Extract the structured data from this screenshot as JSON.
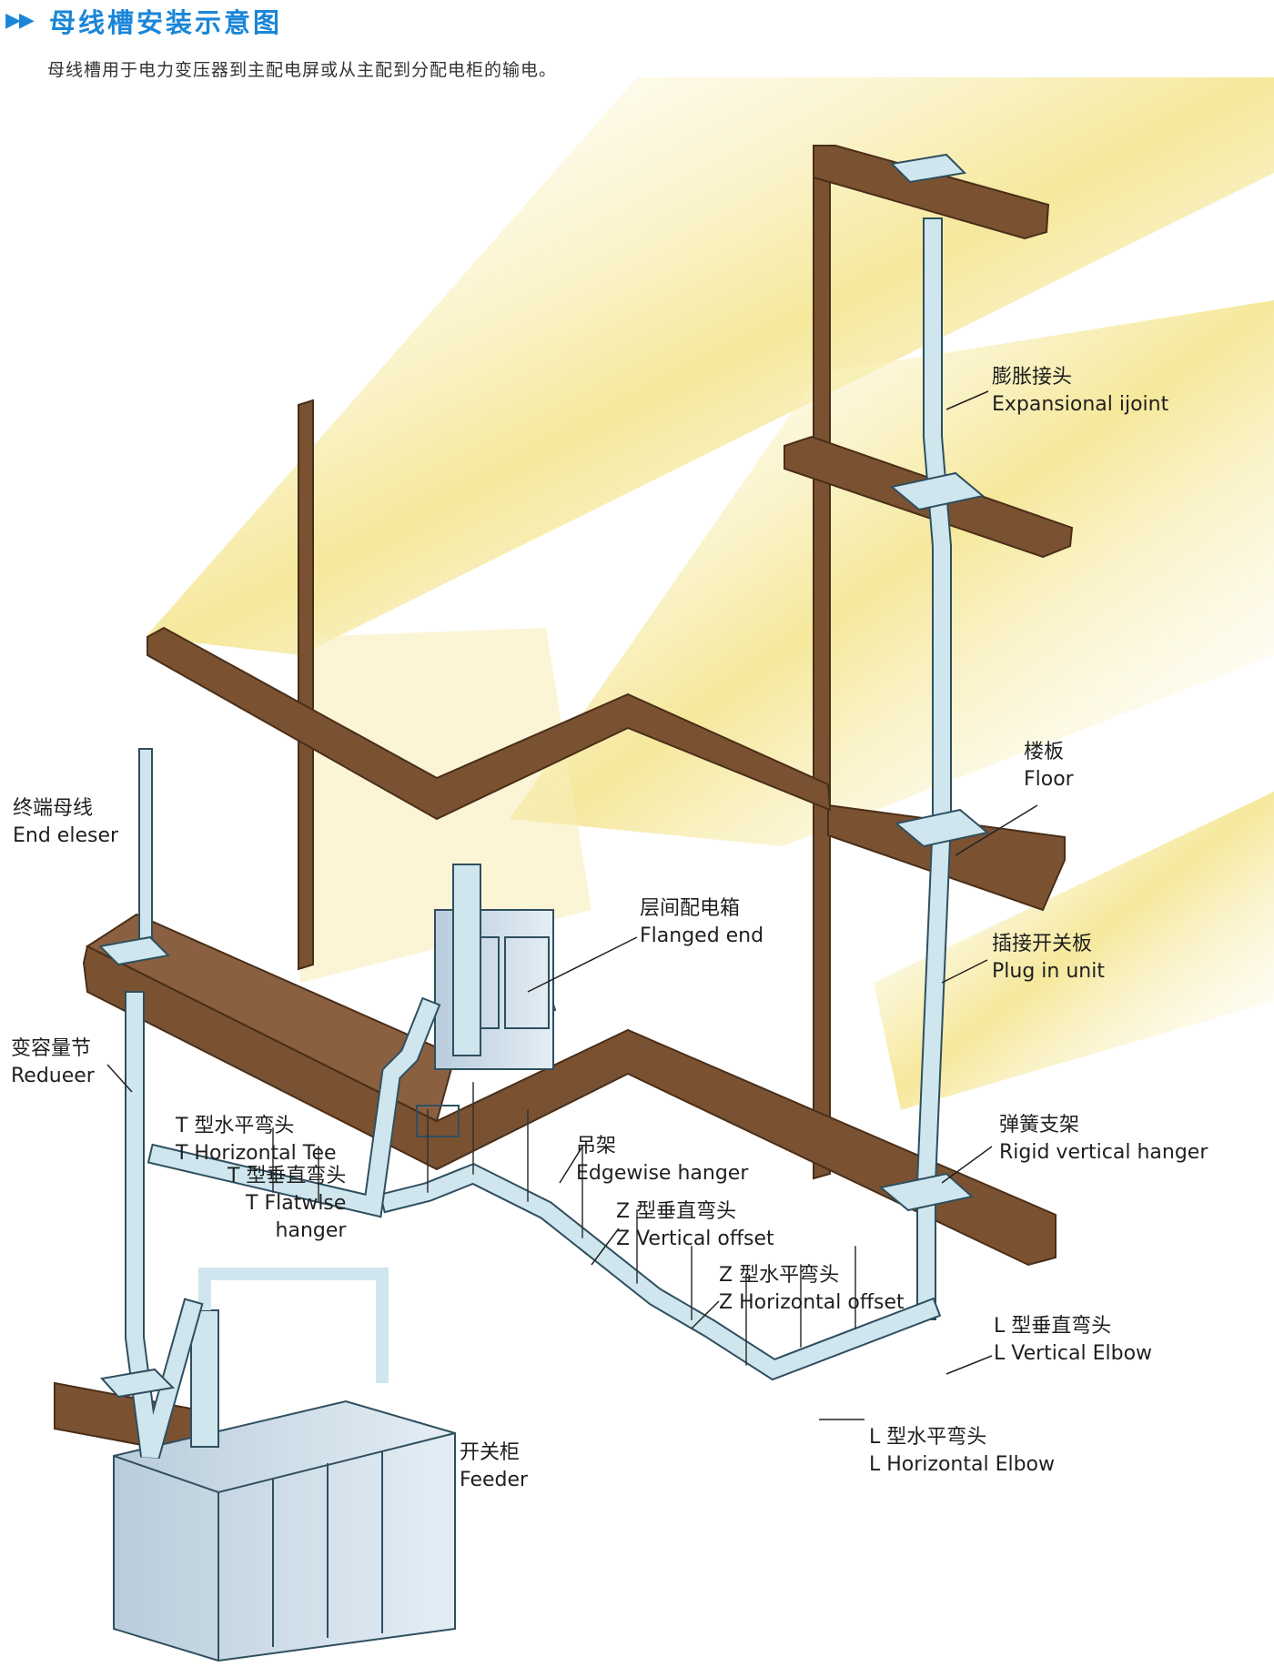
{
  "header": {
    "marker": "▶▶",
    "title": "母线槽安装示意图",
    "description": "母线槽用于电力变压器到主配电屏或从主配到分配电柜的输电。"
  },
  "labels": {
    "expansion_joint": {
      "zh": "膨胀接头",
      "en": "Expansional ijoint"
    },
    "floor": {
      "zh": "楼板",
      "en": "Floor"
    },
    "flanged_end": {
      "zh": "层间配电箱",
      "en": "Flanged end"
    },
    "plug_in_unit": {
      "zh": "插接开关板",
      "en": "Plug in unit"
    },
    "end_eleser": {
      "zh": "终端母线",
      "en": "End eleser"
    },
    "reducer": {
      "zh": "变容量节",
      "en": "Redueer"
    },
    "t_horizontal_tee": {
      "zh": "T 型水平弯头",
      "en": "T Horizontal Tee"
    },
    "t_flatwise_hanger": {
      "zh": "T 型垂直弯头",
      "en": "T Flatwlse",
      "en2": "hanger"
    },
    "edgewise_hanger": {
      "zh": "吊架",
      "en": "Edgewise hanger"
    },
    "z_vertical_offset": {
      "zh": "Z 型垂直弯头",
      "en": "Z Vertical offset"
    },
    "z_horizontal_offset": {
      "zh": "Z 型水平弯头",
      "en": "Z Horizontal offset"
    },
    "rigid_vertical_hanger": {
      "zh": "弹簧支架",
      "en": "Rigid vertical hanger"
    },
    "l_vertical_elbow": {
      "zh": "L 型垂直弯头",
      "en": "L Vertical Elbow"
    },
    "l_horizontal_elbow": {
      "zh": "L 型水平弯头",
      "en": "L Horizontal Elbow"
    },
    "feeder": {
      "zh": "开关柜",
      "en": "Feeder"
    }
  },
  "colors": {
    "title_blue": "#1a86d8",
    "slab_brown": "#7a5232",
    "slab_dark": "#5a3a22",
    "busway_blue": "#cfe6ee",
    "busway_edge": "#2f4f5f",
    "cabinet": "#d6e4ee",
    "light_yellow": "#f4e48a"
  }
}
